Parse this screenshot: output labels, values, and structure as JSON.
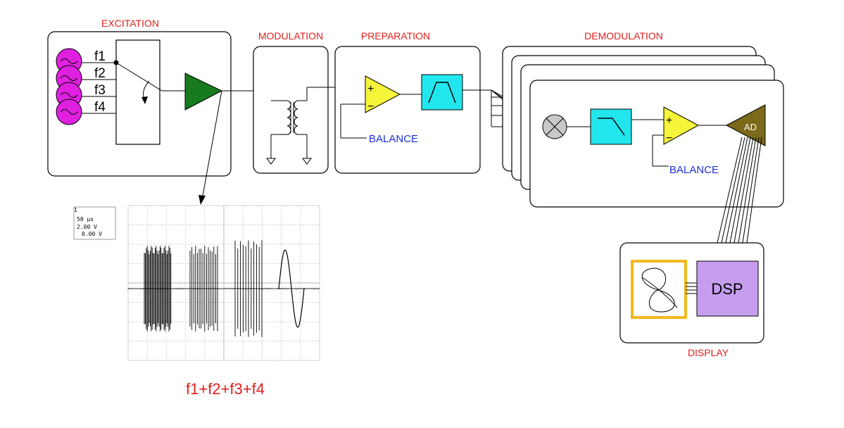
{
  "sections": {
    "excitation": "EXCITATION",
    "modulation": "MODULATION",
    "preparation": "PREPARATION",
    "demodulation": "DEMODULATION",
    "display": "DISPLAY"
  },
  "frequencies": [
    "f1",
    "f2",
    "f3",
    "f4"
  ],
  "balance_label_1": "BALANCE",
  "balance_label_2": "BALANCE",
  "plus_sign": "+",
  "minus_sign": "−",
  "ad_label": "AD",
  "dsp_label": "DSP",
  "scope": {
    "channel_marker": "1",
    "timebase": "50 μs",
    "volts_div": "2.00 V",
    "offset": "0.00 V"
  },
  "signal_sum_label": "f1+f2+f3+f4",
  "colors": {
    "section_title": "#e0201c",
    "balance_text": "#1c2fd8",
    "generator": "#e020e0",
    "amplifier_excitation": "#177a1c",
    "opamp": "#f5f53a",
    "filter": "#22e6ee",
    "mixer": "#c8c8c8",
    "ad_converter": "#7a6a1a",
    "dsp": "#c69ef0",
    "lissajous_frame": "#f3b81d"
  }
}
